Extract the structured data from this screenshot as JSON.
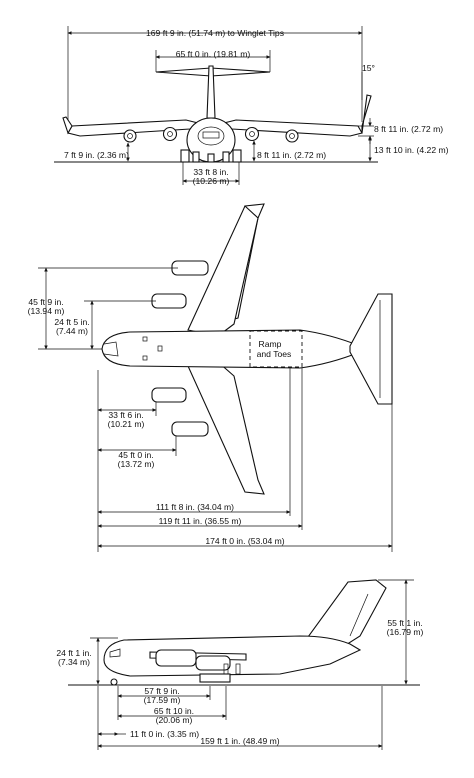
{
  "front_view": {
    "span": "169 ft 9 in. (51.74 m) to Winglet Tips",
    "tailplane_span": "65 ft 0 in. (19.81 m)",
    "winglet_angle": "15°",
    "winglet_height": "8 ft 11 in. (2.72 m)",
    "wing_tip_clearance": "13 ft 10 in. (4.22 m)",
    "engine_clearance_outer": "7 ft 9 in. (2.36 m)",
    "engine_clearance_inner": "8 ft 11 in. (2.72 m)",
    "main_gear_track_ft": "33 ft 8 in.",
    "main_gear_track_m": "(10.26 m)"
  },
  "top_view": {
    "outer_engine_line_ft": "45 ft 9 in.",
    "outer_engine_line_m": "(13.94 m)",
    "inner_engine_line_ft": "24 ft 5 in.",
    "inner_engine_line_m": "(7.44 m)",
    "ramp_label_1": "Ramp",
    "ramp_label_2": "and Toes",
    "nose_to_inner_engine_ft": "33 ft 6 in.",
    "nose_to_inner_engine_m": "(10.21 m)",
    "nose_to_outer_engine_ft": "45 ft 0 in.",
    "nose_to_outer_engine_m": "(13.72 m)",
    "length_to_ramp": "111 ft 8 in. (34.04 m)",
    "length_to_toes": "119 ft 11 in. (36.55 m)",
    "overall_length": "174 ft 0 in. (53.04 m)"
  },
  "side_view": {
    "fuselage_height_ft": "24 ft 1 in.",
    "fuselage_height_m": "(7.34 m)",
    "overall_height_ft": "55 ft 1 in.",
    "overall_height_m": "(16.79 m)",
    "nose_to_main_gear_ft": "57 ft 9 in.",
    "nose_to_main_gear_m": "(17.59 m)",
    "nose_to_rear_gear_ft": "65 ft 10 in.",
    "nose_to_rear_gear_m": "(20.06 m)",
    "nose_gear_offset": "11 ft 0 in. (3.35 m)",
    "wheelbase_total": "159 ft 1 in. (48.49 m)"
  }
}
